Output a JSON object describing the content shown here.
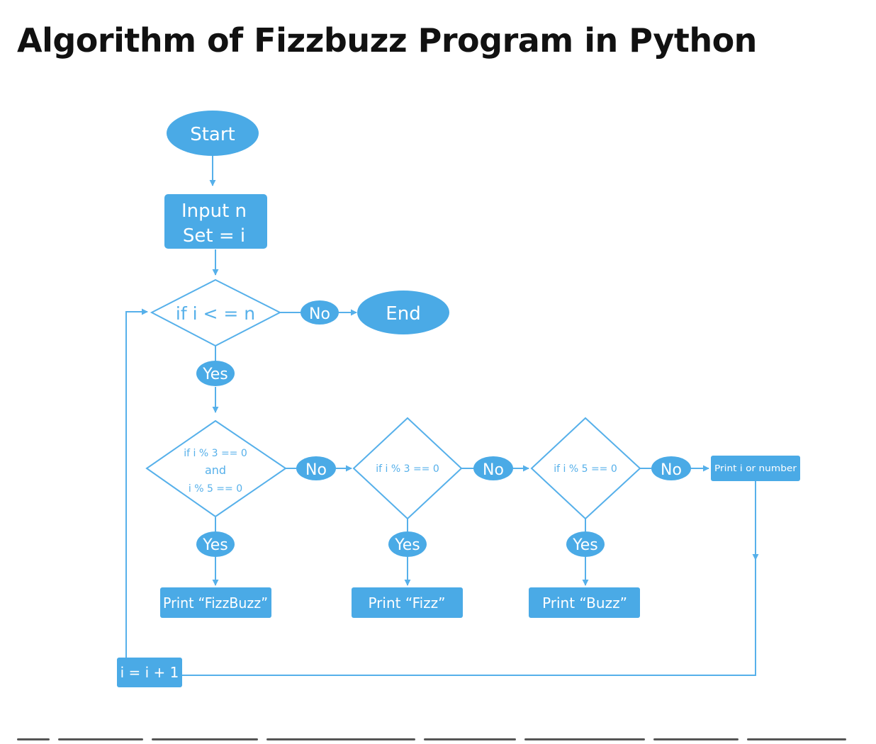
{
  "page": {
    "title": "Algorithm of Fizzbuzz Program in Python"
  },
  "colors": {
    "node_fill": "#4aaae6",
    "line": "#56b0ea",
    "node_text": "#ffffff",
    "diamond_fill": "#ffffff",
    "diamond_text": "#56b0ea"
  },
  "flowchart": {
    "start": "Start",
    "input_line1": "Input n",
    "input_line2": "Set = i",
    "cond_loop": "if i < = n",
    "end": "End",
    "cond_fizzbuzz_line1": "if i % 3 == 0",
    "cond_fizzbuzz_line2": "and",
    "cond_fizzbuzz_line3": "i % 5 == 0",
    "cond_fizz": "if i % 3 == 0",
    "cond_buzz": "if i % 5 == 0",
    "print_fizzbuzz": "Print “FizzBuzz”",
    "print_fizz": "Print “Fizz”",
    "print_buzz": "Print “Buzz”",
    "print_number": "Print i or number",
    "increment": "i = i + 1",
    "label_yes": "Yes",
    "label_no": "No"
  }
}
